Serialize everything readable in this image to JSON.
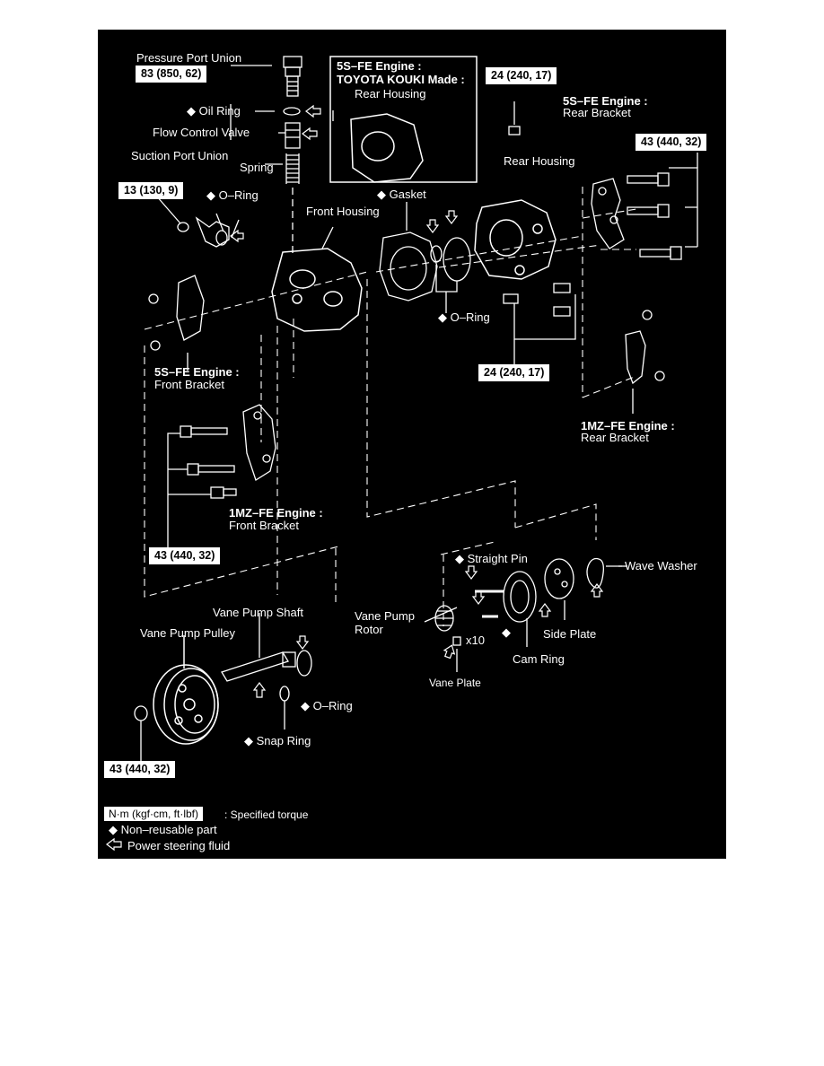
{
  "labels": {
    "pressure_port_union": "Pressure Port Union",
    "oil_ring": "◆ Oil Ring",
    "flow_control_valve": "Flow Control Valve",
    "suction_port_union": "Suction Port Union",
    "spring": "Spring",
    "o_ring_suction": "◆ O–Ring",
    "front_housing": "Front Housing",
    "gasket": "◆ Gasket",
    "o_ring_rear": "◆ O–Ring",
    "rear_housing_main": "Rear Housing",
    "kouki_line1": "5S–FE Engine :",
    "kouki_line2": "TOYOTA KOUKI Made :",
    "kouki_line3": "Rear Housing",
    "rear_bracket_5s_line1": "5S–FE Engine :",
    "rear_bracket_5s_line2": "Rear Bracket",
    "front_bracket_5s_line1": "5S–FE Engine :",
    "front_bracket_5s_line2": "Front Bracket",
    "rear_bracket_1mz_line1": "1MZ–FE Engine :",
    "rear_bracket_1mz_line2": "Rear Bracket",
    "front_bracket_1mz_line1": "1MZ–FE Engine :",
    "front_bracket_1mz_line2": "Front Bracket",
    "straight_pin": "◆ Straight Pin",
    "wave_washer": "Wave Washer",
    "vane_pump_rotor_line1": "Vane Pump",
    "vane_pump_rotor_line2": "Rotor",
    "x10": "x10",
    "diamond_pin": "◆",
    "side_plate": "Side Plate",
    "cam_ring": "Cam Ring",
    "vane_plate": "Vane Plate",
    "vane_pump_shaft": "Vane Pump Shaft",
    "vane_pump_pulley": "Vane Pump Pulley",
    "o_ring_shaft": "◆ O–Ring",
    "snap_ring": "◆ Snap Ring"
  },
  "torques": {
    "pressure_port": "83 (850, 62)",
    "suction_bolt": "13 (130, 9)",
    "rear_housing_top": "24 (240, 17)",
    "rear_bracket_bolts": "43 (440, 32)",
    "rear_housing_bottom": "24 (240, 17)",
    "front_bracket_bolts": "43 (440, 32)",
    "pulley_nut": "43 (440, 32)"
  },
  "legend": {
    "torque_unit": "N·m (kgf·cm, ft·lbf)",
    "torque_desc": ": Specified torque",
    "non_reusable": "◆  Non–reusable part",
    "fluid_arrow": "⇦",
    "fluid": "Power steering fluid"
  },
  "colors": {
    "background": "#000000",
    "ink": "#ffffff",
    "page": "#ffffff"
  }
}
